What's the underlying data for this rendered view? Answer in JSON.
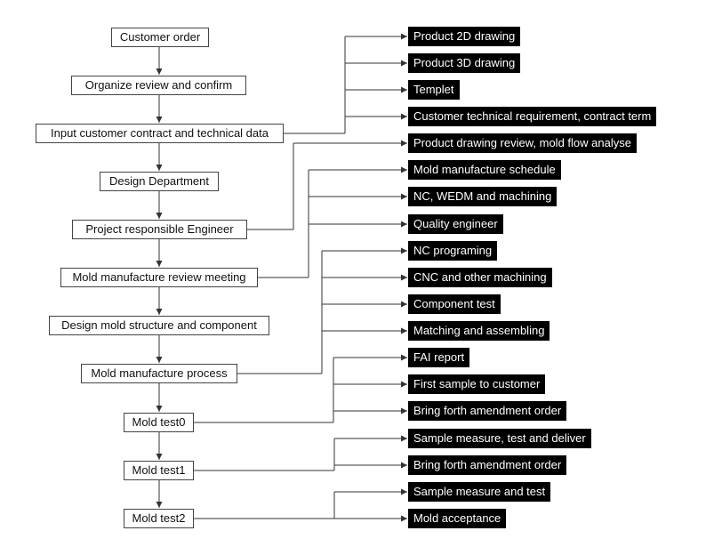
{
  "steps": [
    {
      "label": "Customer order"
    },
    {
      "label": "Organize review and confirm"
    },
    {
      "label": "Input customer contract and technical data"
    },
    {
      "label": "Design Department"
    },
    {
      "label": "Project responsible Engineer"
    },
    {
      "label": "Mold manufacture review meeting"
    },
    {
      "label": "Design mold structure and component"
    },
    {
      "label": "Mold manufacture process"
    },
    {
      "label": "Mold test0"
    },
    {
      "label": "Mold test1"
    },
    {
      "label": "Mold test2"
    }
  ],
  "details": [
    {
      "label": "Product 2D drawing"
    },
    {
      "label": "Product 3D drawing"
    },
    {
      "label": "Templet"
    },
    {
      "label": "Customer technical requirement, contract term"
    },
    {
      "label": "Product drawing review, mold flow analyse"
    },
    {
      "label": "Mold manufacture schedule"
    },
    {
      "label": "NC, WEDM and machining"
    },
    {
      "label": "Quality engineer"
    },
    {
      "label": "NC programing"
    },
    {
      "label": "CNC and other machining"
    },
    {
      "label": "Component test"
    },
    {
      "label": "Matching and assembling"
    },
    {
      "label": "FAI report"
    },
    {
      "label": "First sample to customer"
    },
    {
      "label": "Bring forth amendment order"
    },
    {
      "label": "Sample measure, test and deliver"
    },
    {
      "label": "Bring forth amendment order"
    },
    {
      "label": "Sample measure and test"
    },
    {
      "label": "Mold acceptance"
    }
  ]
}
